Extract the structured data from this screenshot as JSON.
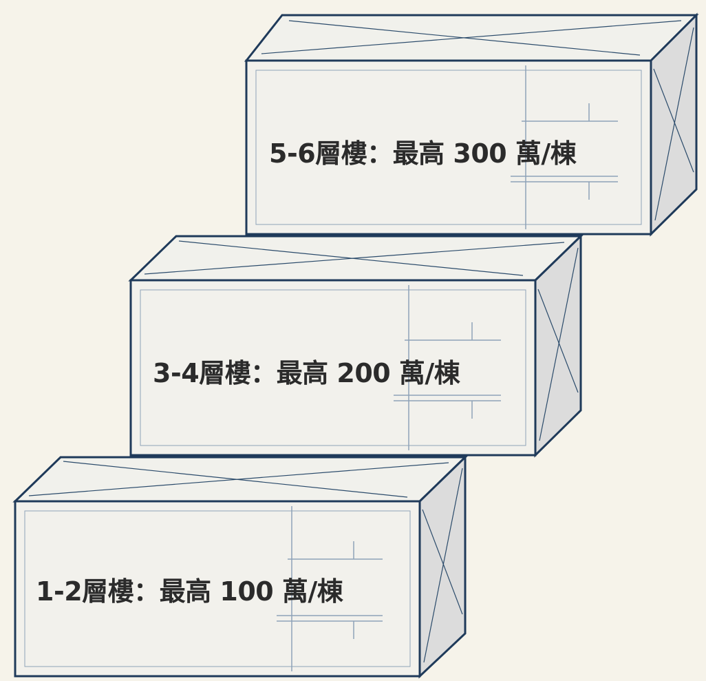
{
  "colors": {
    "background": "#f6f3ea",
    "outline": "#1f3a5a",
    "front_face": "#f2f1ec",
    "top_face": "#f1f1ec",
    "side_face": "#dcdcdc",
    "label_text": "#2b2b2b"
  },
  "tiers": [
    {
      "label": "5-6層樓：最高 300 萬/棟"
    },
    {
      "label": "3-4層樓：最高 200 萬/棟"
    },
    {
      "label": "1-2層樓：最高 100 萬/棟"
    }
  ]
}
